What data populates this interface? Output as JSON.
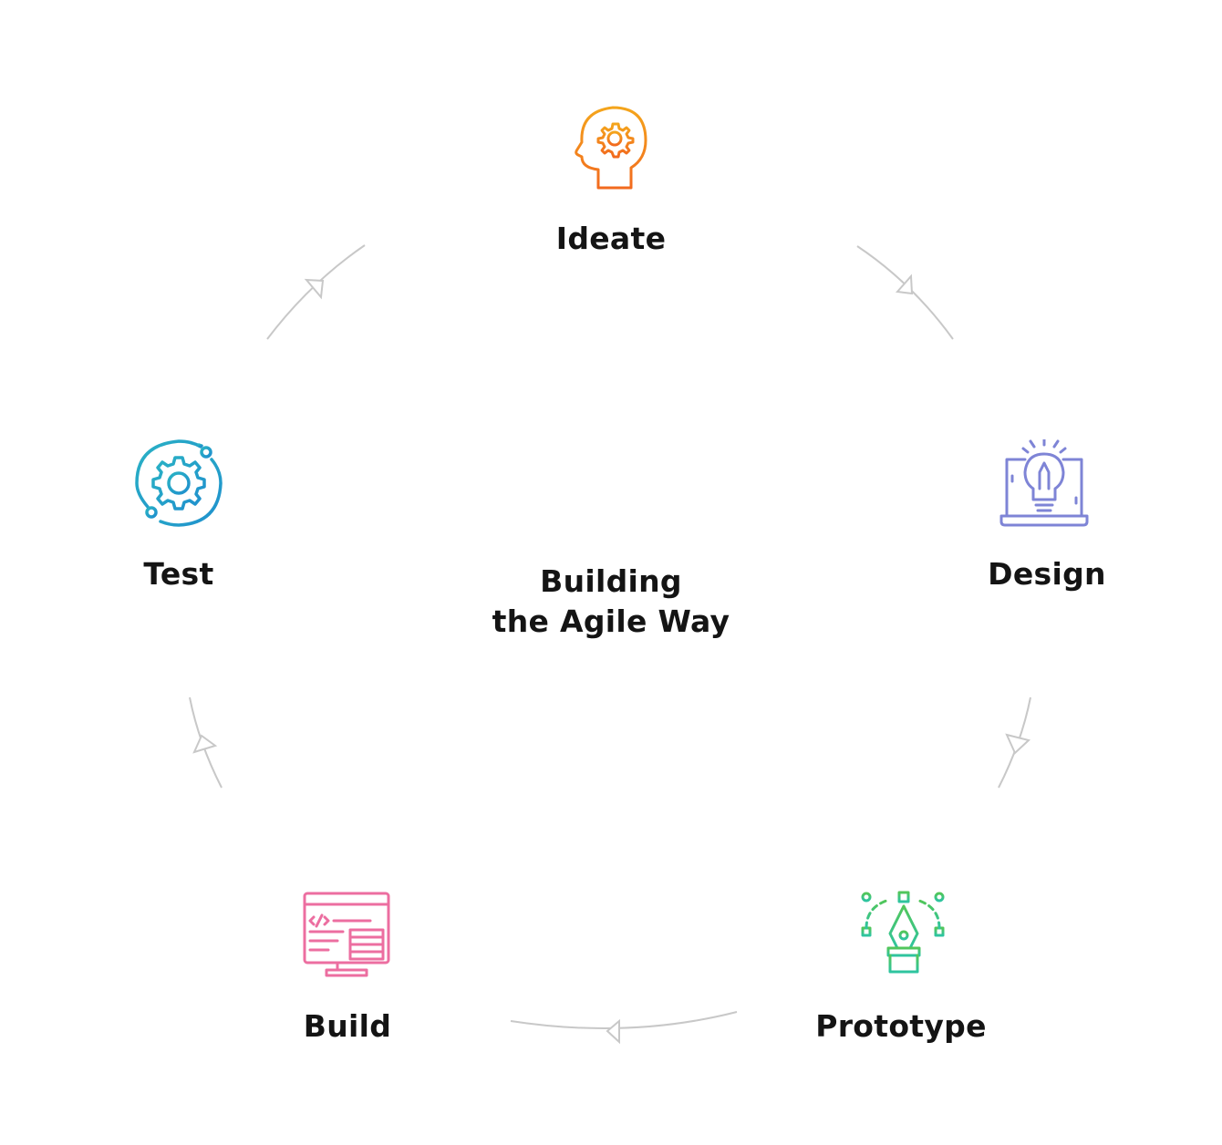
{
  "title": {
    "line1": "Building",
    "line2": "the Agile Way"
  },
  "steps": [
    {
      "id": "ideate",
      "label": "Ideate",
      "icon": "head-gear-icon",
      "color": "#f39c12"
    },
    {
      "id": "design",
      "label": "Design",
      "icon": "laptop-lightbulb-icon",
      "color": "#7e84d6"
    },
    {
      "id": "prototype",
      "label": "Prototype",
      "icon": "pen-tool-icon",
      "color": "#4cc36a"
    },
    {
      "id": "build",
      "label": "Build",
      "icon": "code-monitor-icon",
      "color": "#ec6ea0"
    },
    {
      "id": "test",
      "label": "Test",
      "icon": "gear-cycle-icon",
      "color": "#29a6c9"
    }
  ],
  "connector_color": "#c8c8c8"
}
